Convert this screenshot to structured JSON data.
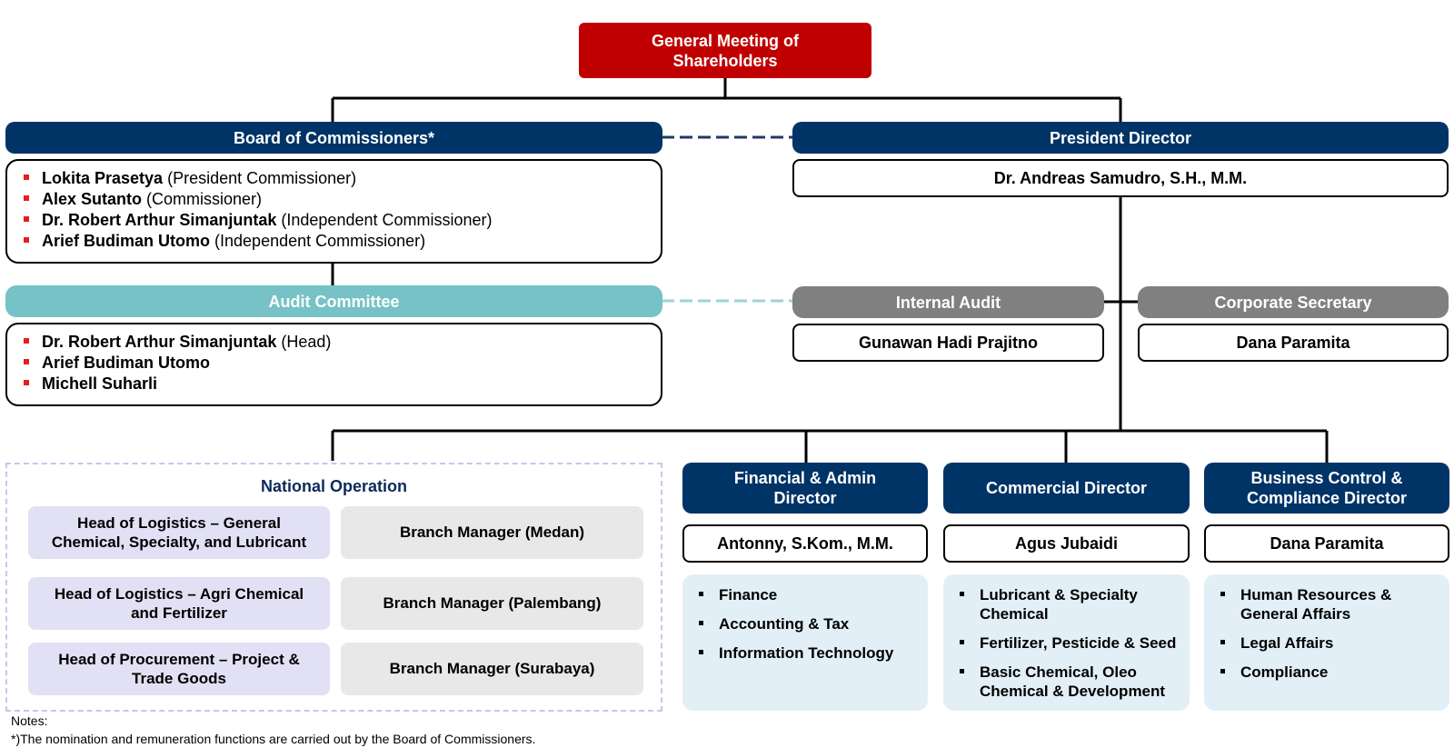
{
  "gms": {
    "title": "General Meeting of Shareholders"
  },
  "boc": {
    "title": "Board of Commissioners*",
    "members": [
      {
        "name": "Lokita Prasetya",
        "role": "(President Commissioner)"
      },
      {
        "name": "Alex Sutanto",
        "role": "(Commissioner)"
      },
      {
        "name": "Dr. Robert Arthur Simanjuntak",
        "role": "(Independent Commissioner)"
      },
      {
        "name": "Arief Budiman Utomo",
        "role": "(Independent Commissioner)"
      }
    ]
  },
  "audit_committee": {
    "title": "Audit Committee",
    "members": [
      {
        "name": "Dr. Robert Arthur Simanjuntak",
        "role": "(Head)"
      },
      {
        "name": "Arief Budiman Utomo",
        "role": ""
      },
      {
        "name": "Michell Suharli",
        "role": ""
      }
    ]
  },
  "president": {
    "title": "President Director",
    "name": "Dr. Andreas Samudro, S.H., M.M."
  },
  "internal_audit": {
    "title": "Internal Audit",
    "name": "Gunawan Hadi Prajitno"
  },
  "corp_sec": {
    "title": "Corporate Secretary",
    "name": "Dana Paramita"
  },
  "national_operation": {
    "title": "National Operation",
    "heads": [
      "Head of Logistics – General Chemical, Specialty, and Lubricant",
      "Head of Logistics – Agri Chemical and Fertilizer",
      "Head of Procurement –  Project & Trade Goods"
    ],
    "branches": [
      "Branch Manager (Medan)",
      "Branch Manager (Palembang)",
      "Branch Manager (Surabaya)"
    ]
  },
  "directors": [
    {
      "title": "Financial & Admin Director",
      "name": "Antonny, S.Kom., M.M.",
      "items": [
        "Finance",
        "Accounting & Tax",
        "Information Technology"
      ]
    },
    {
      "title": "Commercial Director",
      "name": "Agus Jubaidi",
      "items": [
        "Lubricant & Specialty Chemical",
        "Fertilizer, Pesticide & Seed",
        "Basic Chemical, Oleo Chemical & Development"
      ]
    },
    {
      "title": "Business Control & Compliance Director",
      "name": "Dana Paramita",
      "items": [
        "Human Resources & General Affairs",
        "Legal Affairs",
        "Compliance"
      ]
    }
  ],
  "notes": {
    "label": "Notes:",
    "text": "*)The nomination and remuneration functions are carried out by the Board of Commissioners."
  },
  "colors": {
    "navy": "#003366",
    "red": "#c00000",
    "teal": "#76c2c6",
    "gray": "#808080",
    "lavender": "#e2e0f4",
    "light_blue": "#e2eff7",
    "bullet_red": "#e02020"
  }
}
